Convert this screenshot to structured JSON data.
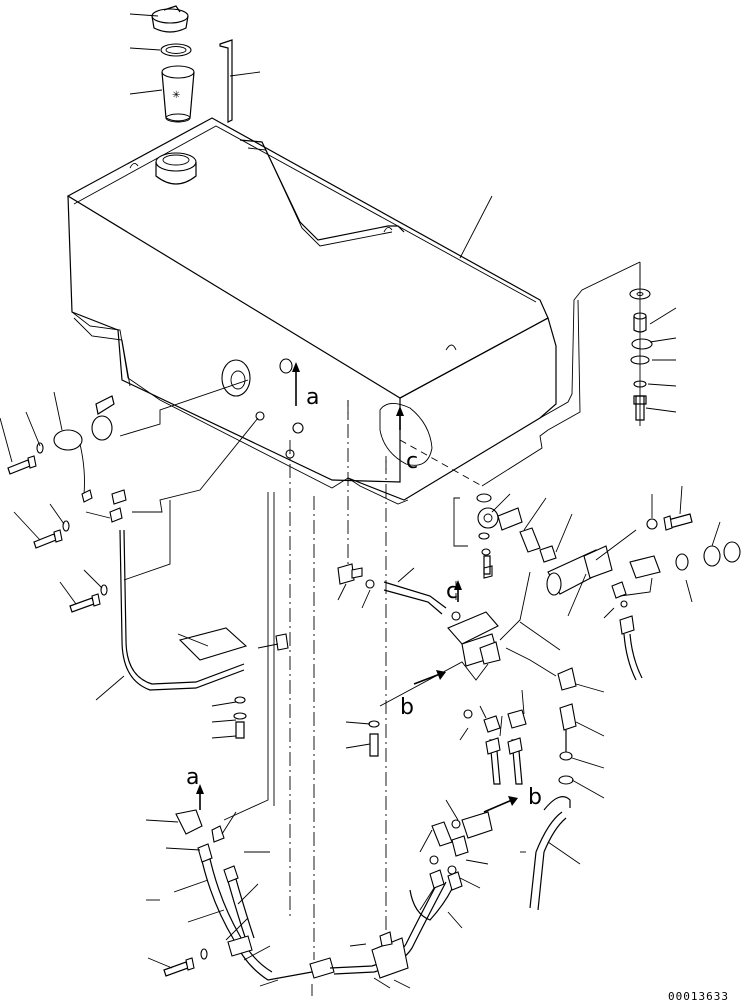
{
  "figure": {
    "drawing_code": "00013633",
    "view_labels": {
      "a_upper": "a",
      "a_lower": "a",
      "b_left": "b",
      "b_right": "b",
      "c_tank": "c",
      "c_valve": "c"
    }
  }
}
